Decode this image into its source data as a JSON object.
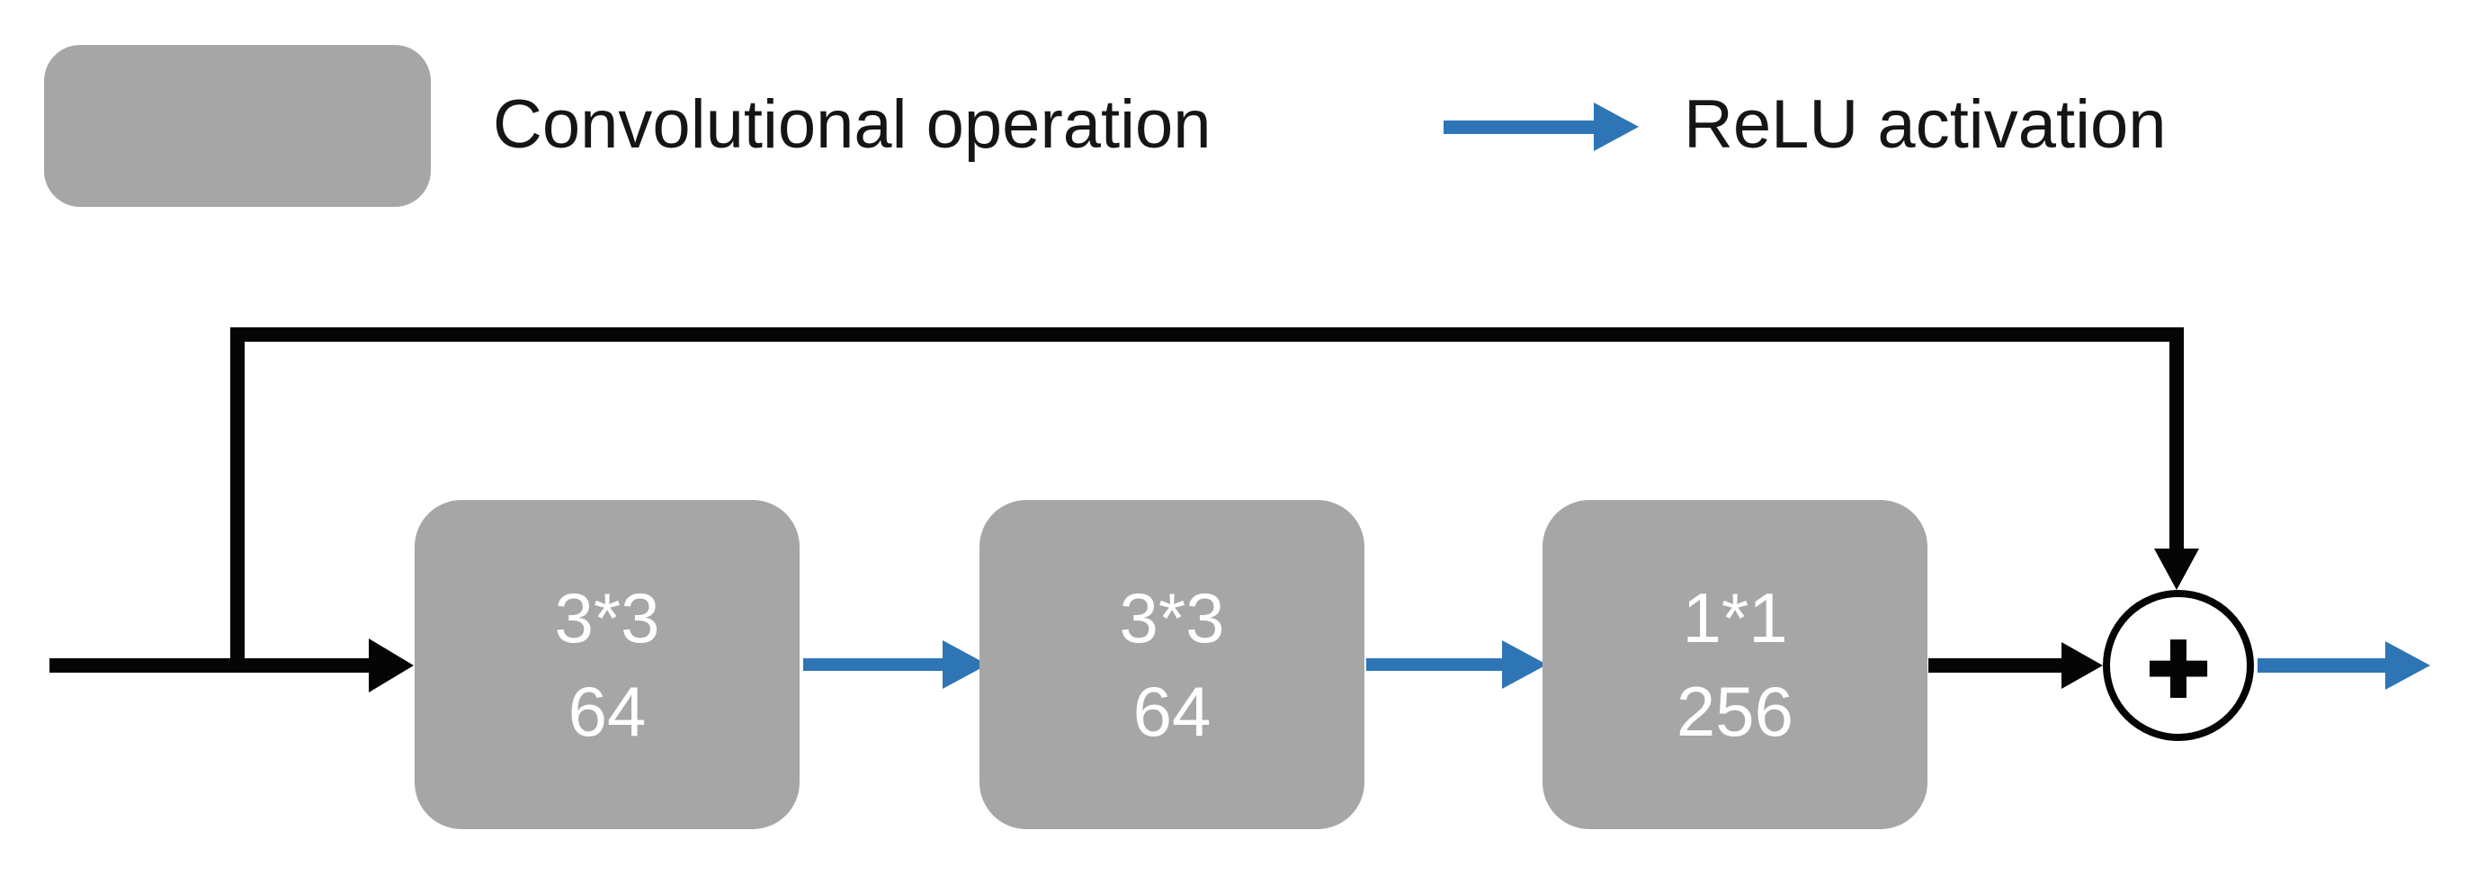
{
  "page": {
    "description": "Residual (bottleneck) block diagram: input splits into a skip connection and a main path of three convolutional operations joined at an element-wise addition node"
  },
  "legend": {
    "conv_label": "Convolutional operation",
    "relu_label": "ReLU activation",
    "swatch_color": "#a6a6a6",
    "arrow_color": "#2e75b6"
  },
  "diagram": {
    "blocks": [
      {
        "kernel": "3*3",
        "filters": "64"
      },
      {
        "kernel": "3*3",
        "filters": "64"
      },
      {
        "kernel": "1*1",
        "filters": "256"
      }
    ],
    "merge_symbol": "+",
    "colors": {
      "block_fill": "#a6a6a6",
      "block_text": "#ffffff",
      "flow_line": "#050505",
      "relu_arrow": "#2e75b6"
    }
  },
  "icons": {
    "relu_arrow_icon": "right-arrow",
    "flow_arrow_icon": "right-arrow",
    "skip_arrow_icon": "down-arrow",
    "plus_icon": "plus-in-circle"
  }
}
